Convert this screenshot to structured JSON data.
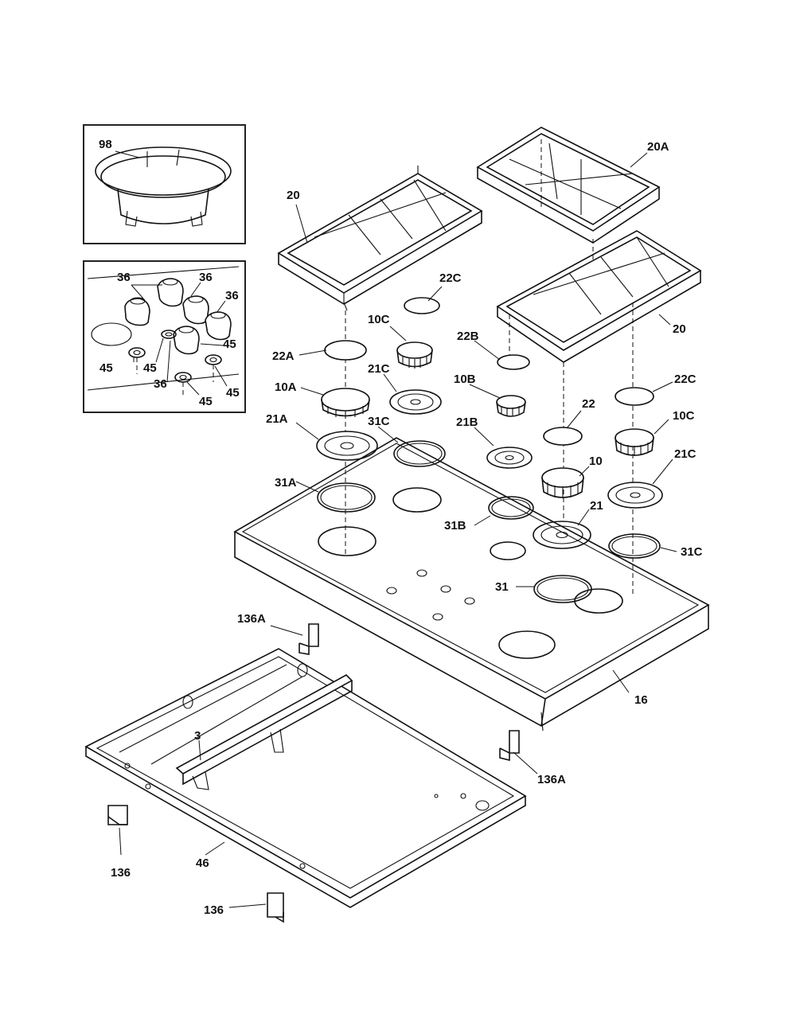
{
  "callouts": {
    "c98": "98",
    "c36a": "36",
    "c36b": "36",
    "c36c": "36",
    "c36d": "36",
    "c45a": "45",
    "c45b": "45",
    "c45c": "45",
    "c45d": "45",
    "c45e": "45",
    "c20a": "20",
    "c20b": "20",
    "c20A": "20A",
    "c22A": "22A",
    "c22B": "22B",
    "c22C_a": "22C",
    "c22C_b": "22C",
    "c22": "22",
    "c10A": "10A",
    "c10B": "10B",
    "c10C_a": "10C",
    "c10C_b": "10C",
    "c10": "10",
    "c21A": "21A",
    "c21B": "21B",
    "c21C_a": "21C",
    "c21C_b": "21C",
    "c21": "21",
    "c31A": "31A",
    "c31B": "31B",
    "c31C_a": "31C",
    "c31C_b": "31C",
    "c31": "31",
    "c16": "16",
    "c136A_a": "136A",
    "c136A_b": "136A",
    "c136_a": "136",
    "c136_b": "136",
    "c3": "3",
    "c46": "46"
  }
}
